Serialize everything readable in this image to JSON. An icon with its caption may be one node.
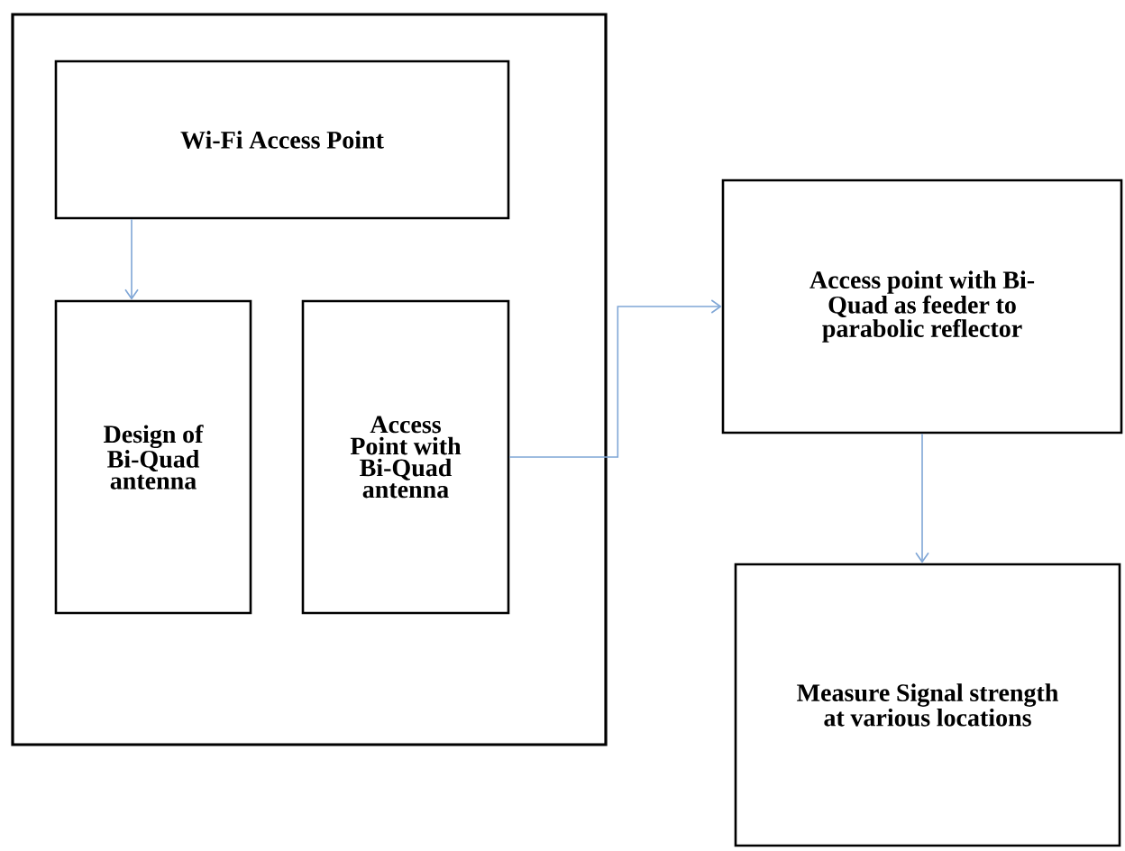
{
  "diagram": {
    "nodes": [
      {
        "text": [],
        "shape": "box"
      },
      {
        "text": [
          "Wi-Fi Access Point"
        ],
        "in": 0
      },
      {
        "text": [
          "Design of Bi-Quad antenna"
        ],
        "in": 0
      },
      {
        "text": [
          "Access Point with Bi-Quad antenna"
        ],
        "in": 0
      },
      {
        "text": [
          "Access point with Bi-Quad as feeder to parabolic reflector"
        ]
      },
      {
        "text": [
          "Measure Signal strength at various locations"
        ]
      }
    ],
    "edges": [
      {
        "from": 1,
        "to": 2,
        "arrow": "to"
      },
      {
        "from": 3,
        "to": 4,
        "arrow": "to"
      },
      {
        "from": 4,
        "to": 5,
        "arrow": "to"
      }
    ]
  }
}
